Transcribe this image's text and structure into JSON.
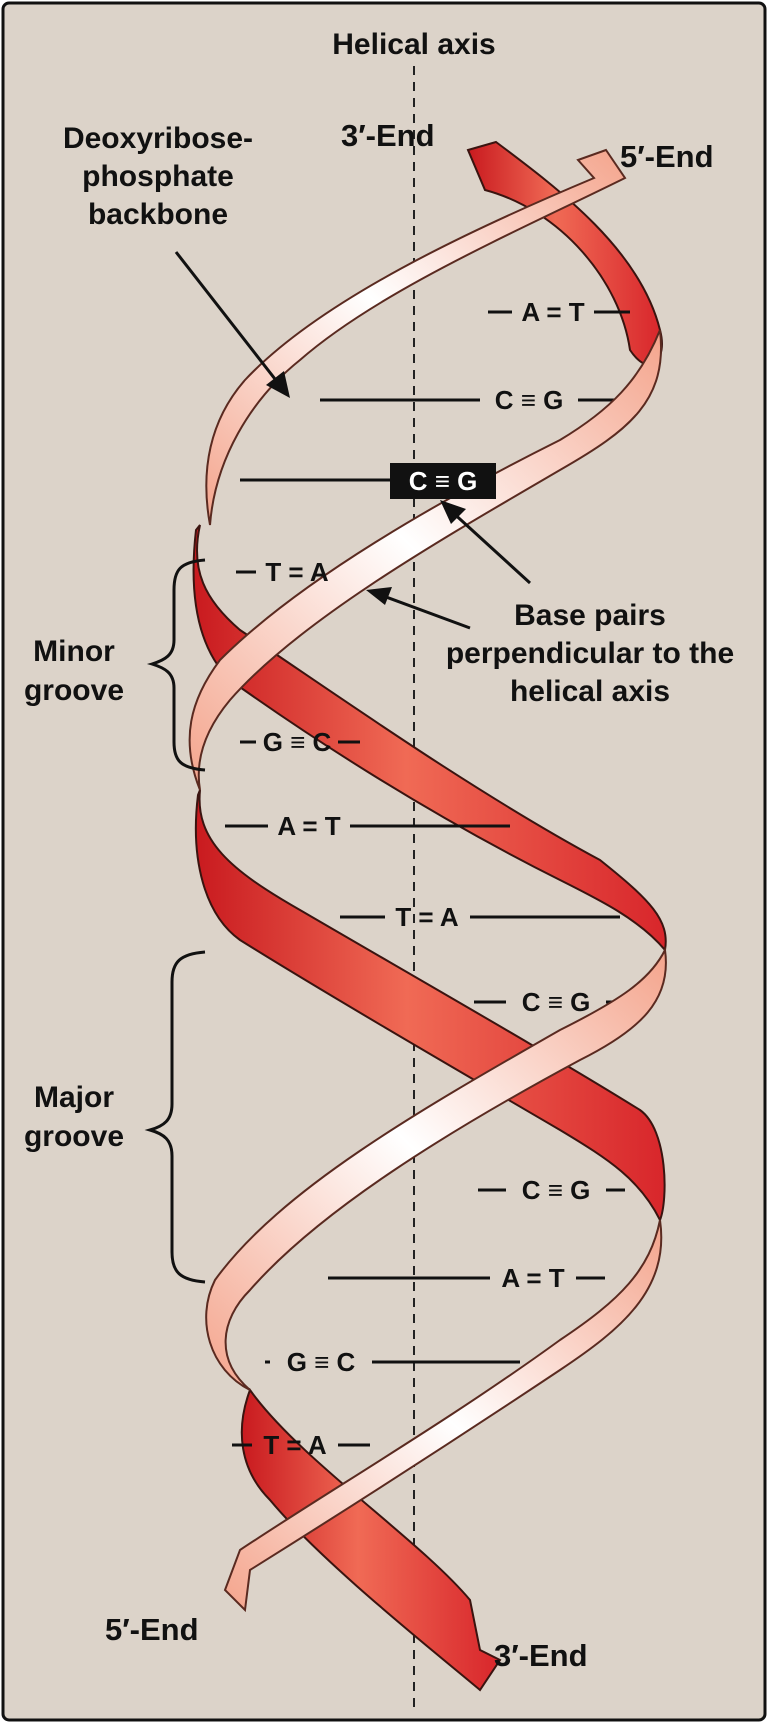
{
  "labels": {
    "helical_axis": "Helical axis",
    "backbone_line1": "Deoxyribose-",
    "backbone_line2": "phosphate",
    "backbone_line3": "backbone",
    "top_left_end": "3′-End",
    "top_right_end": "5′-End",
    "bottom_left_end": "5′-End",
    "bottom_right_end": "3′-End",
    "minor_line1": "Minor",
    "minor_line2": "groove",
    "major_line1": "Major",
    "major_line2": "groove",
    "basepair_line1": "Base pairs",
    "basepair_line2": "perpendicular to the",
    "basepair_line3": "helical axis"
  },
  "base_pairs": [
    "A = T",
    "C ≡ G",
    "C ≡ G",
    "T = A",
    "G ≡ C",
    "A = T",
    "T = A",
    "C ≡ G",
    "C ≡ G",
    "A = T",
    "G ≡ C",
    "T = A"
  ],
  "colors": {
    "background": "#dcd3c9",
    "frame": "#111111",
    "strand_dark": "#d8262b",
    "strand_light": "#f6b49b",
    "highlight_box": "#111111",
    "highlight_text": "#ffffff"
  }
}
